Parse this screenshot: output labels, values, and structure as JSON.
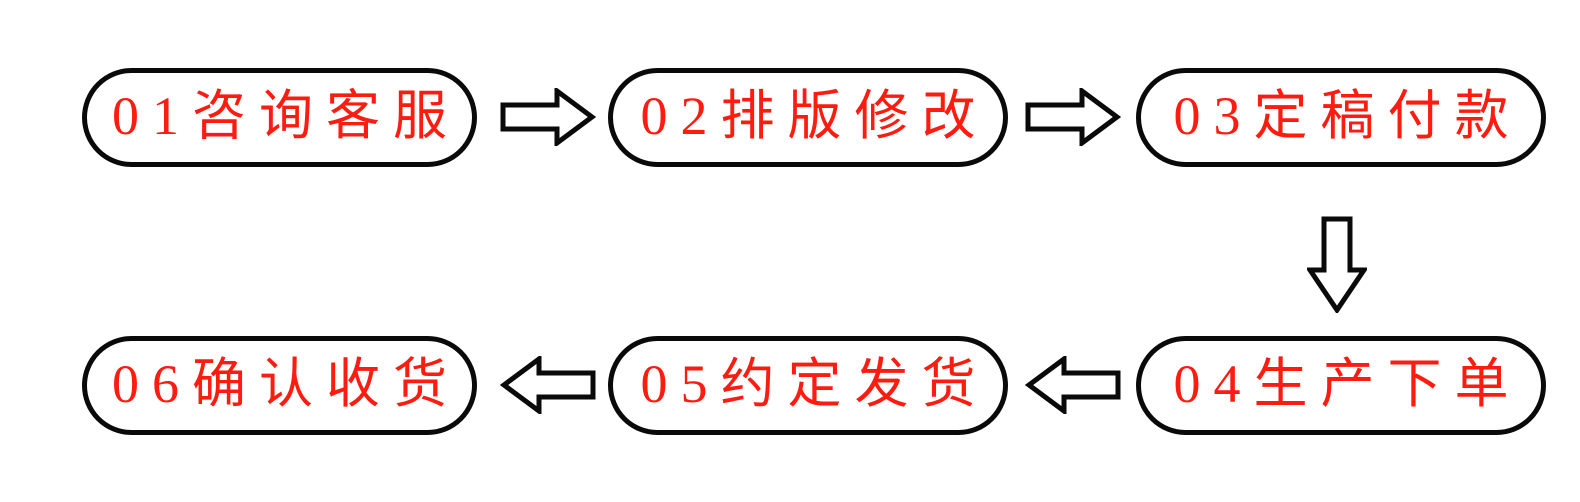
{
  "diagram": {
    "type": "flowchart",
    "background": "#ffffff",
    "colors": {
      "text": "#fe1b10",
      "outline": "#0a0a0a",
      "shape_fill": "#ffffff"
    },
    "steps": [
      {
        "label": "01咨询客服"
      },
      {
        "label": "02排版修改"
      },
      {
        "label": "03定稿付款"
      },
      {
        "label": "04生产下单"
      },
      {
        "label": "05约定发货"
      },
      {
        "label": "06确认收货"
      }
    ],
    "connectors": [
      {
        "icon": "arrow-right-icon",
        "from": 0,
        "to": 1
      },
      {
        "icon": "arrow-right-icon",
        "from": 1,
        "to": 2
      },
      {
        "icon": "arrow-down-icon",
        "from": 2,
        "to": 3
      },
      {
        "icon": "arrow-left-icon",
        "from": 3,
        "to": 4
      },
      {
        "icon": "arrow-left-icon",
        "from": 4,
        "to": 5
      }
    ]
  }
}
